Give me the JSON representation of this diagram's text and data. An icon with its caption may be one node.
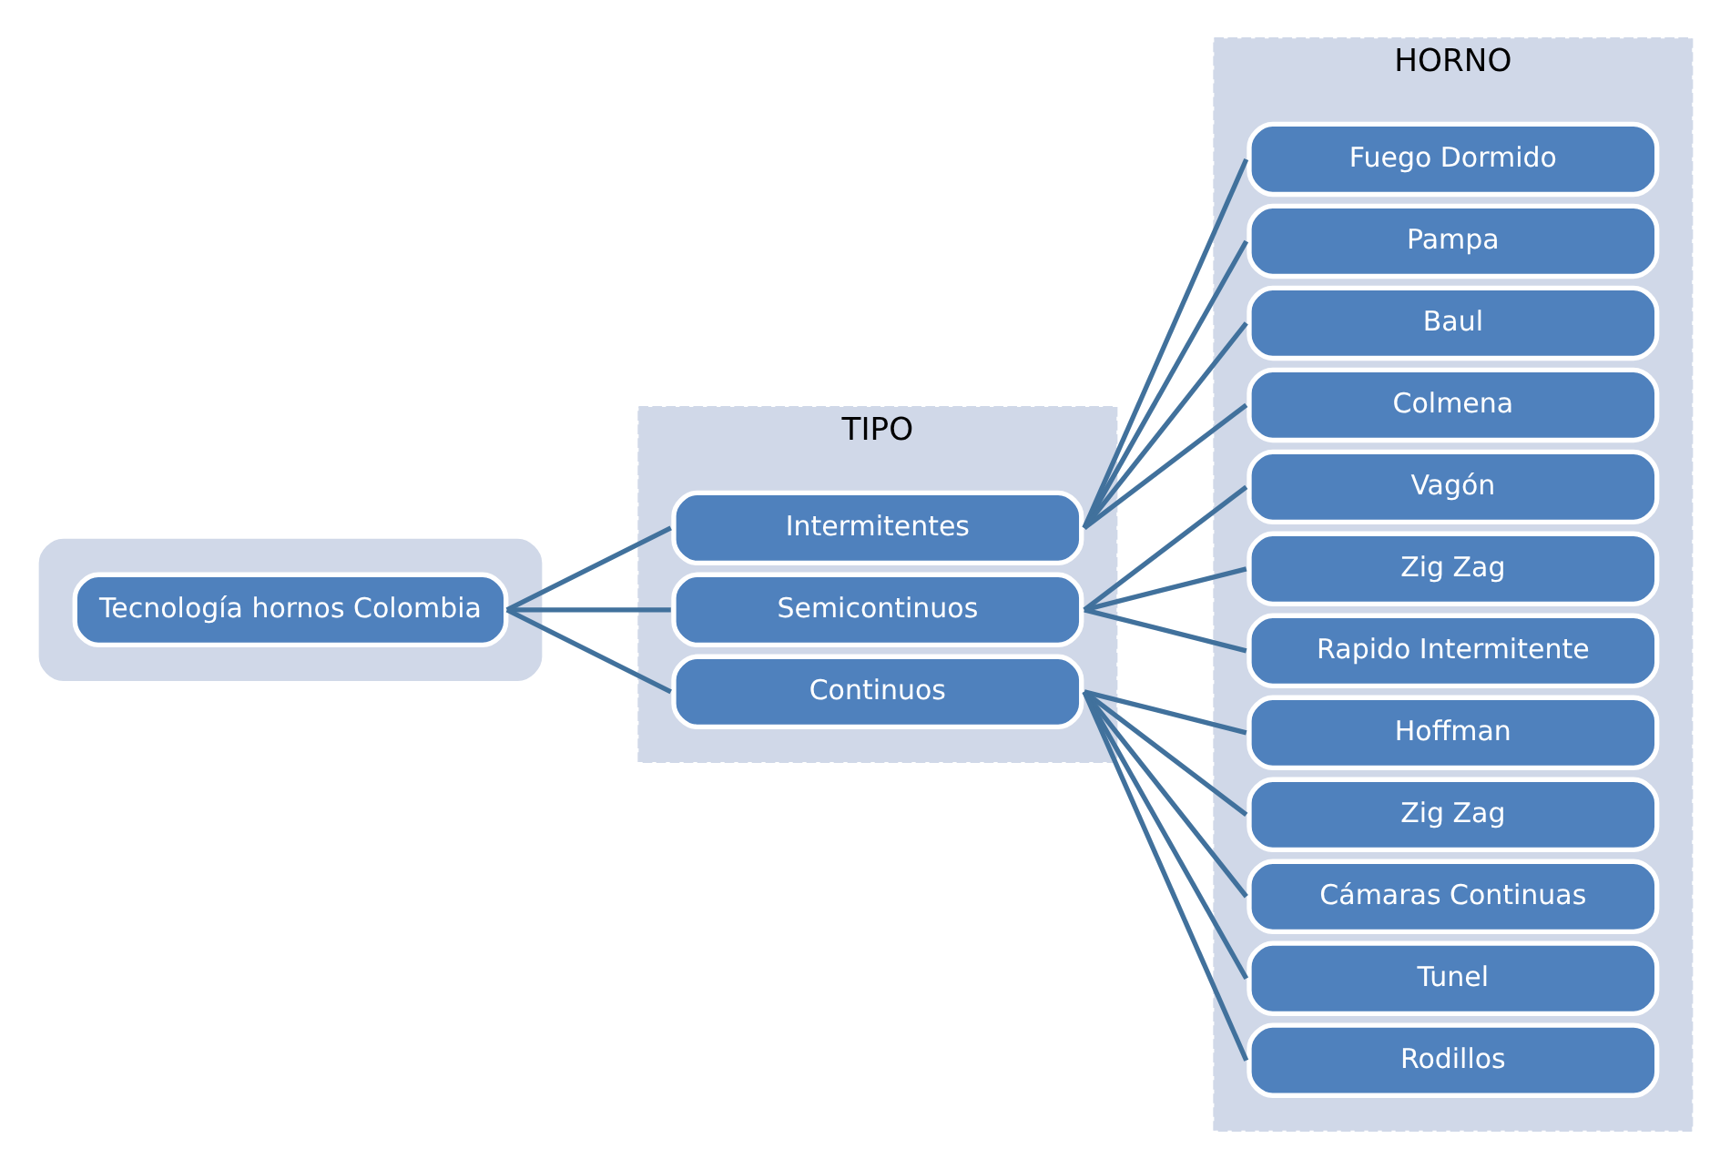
{
  "diagram": {
    "nodes": [
      {
        "text": [],
        "shape": "box"
      },
      {
        "text": [
          "Tecnología hornos Colombia"
        ],
        "in": 0
      },
      {
        "text": [
          "TIPO"
        ]
      },
      {
        "text": [
          "Intermitentes"
        ],
        "in": 2
      },
      {
        "text": [
          "Semicontinuos"
        ],
        "in": 2
      },
      {
        "text": [
          "Continuos"
        ],
        "in": 2
      },
      {
        "text": [
          "HORNO"
        ]
      },
      {
        "text": [
          "Fuego Dormido"
        ],
        "in": 6
      },
      {
        "text": [
          "Pampa"
        ],
        "in": 6
      },
      {
        "text": [
          "Baul"
        ],
        "in": 6
      },
      {
        "text": [
          "Colmena"
        ],
        "in": 6
      },
      {
        "text": [
          "Vagón"
        ],
        "in": 6
      },
      {
        "text": [
          "Zig Zag"
        ],
        "in": 6
      },
      {
        "text": [
          "Rapido Intermitente"
        ],
        "in": 6
      },
      {
        "text": [
          "Hoffman"
        ],
        "in": 6
      },
      {
        "text": [
          "Zig Zag"
        ],
        "in": 6
      },
      {
        "text": [
          "Cámaras Continuas"
        ],
        "in": 6
      },
      {
        "text": [
          "Tunel"
        ],
        "in": 6
      },
      {
        "text": [
          "Rodillos"
        ],
        "in": 6
      }
    ],
    "edges": [
      {
        "from": 1,
        "to": 3,
        "arrow": "none"
      },
      {
        "from": 1,
        "to": 4,
        "arrow": "none"
      },
      {
        "from": 1,
        "to": 5,
        "arrow": "none"
      },
      {
        "from": 3,
        "to": 7,
        "arrow": "none"
      },
      {
        "from": 3,
        "to": 8,
        "arrow": "none"
      },
      {
        "from": 3,
        "to": 9,
        "arrow": "none"
      },
      {
        "from": 3,
        "to": 10,
        "arrow": "none"
      },
      {
        "from": 4,
        "to": 11,
        "arrow": "none"
      },
      {
        "from": 4,
        "to": 12,
        "arrow": "none"
      },
      {
        "from": 4,
        "to": 13,
        "arrow": "none"
      },
      {
        "from": 5,
        "to": 14,
        "arrow": "none"
      },
      {
        "from": 5,
        "to": 15,
        "arrow": "none"
      },
      {
        "from": 5,
        "to": 16,
        "arrow": "none"
      },
      {
        "from": 5,
        "to": 17,
        "arrow": "none"
      },
      {
        "from": 5,
        "to": 18,
        "arrow": "none"
      }
    ]
  }
}
